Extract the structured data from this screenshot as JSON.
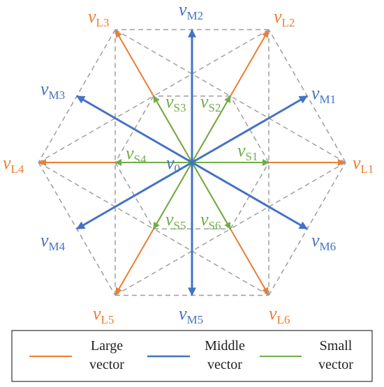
{
  "colors": {
    "large": "#ED7D31",
    "middle": "#4472C4",
    "small": "#70AD47",
    "grid": "#9E9E9E",
    "text": "#222222"
  },
  "origin_label": {
    "base": "v",
    "sub": "0"
  },
  "vectors": {
    "large": [
      {
        "base": "v",
        "sub": "L1"
      },
      {
        "base": "v",
        "sub": "L2"
      },
      {
        "base": "v",
        "sub": "L3"
      },
      {
        "base": "v",
        "sub": "L4"
      },
      {
        "base": "v",
        "sub": "L5"
      },
      {
        "base": "v",
        "sub": "L6"
      }
    ],
    "middle": [
      {
        "base": "v",
        "sub": "M1"
      },
      {
        "base": "v",
        "sub": "M2"
      },
      {
        "base": "v",
        "sub": "M3"
      },
      {
        "base": "v",
        "sub": "M4"
      },
      {
        "base": "v",
        "sub": "M5"
      },
      {
        "base": "v",
        "sub": "M6"
      }
    ],
    "small": [
      {
        "base": "v",
        "sub": "S1"
      },
      {
        "base": "v",
        "sub": "S2"
      },
      {
        "base": "v",
        "sub": "S3"
      },
      {
        "base": "v",
        "sub": "S4"
      },
      {
        "base": "v",
        "sub": "S5"
      },
      {
        "base": "v",
        "sub": "S6"
      }
    ]
  },
  "legend": {
    "large": {
      "line1": "Large",
      "line2": "vector"
    },
    "middle": {
      "line1": "Middle",
      "line2": "vector"
    },
    "small": {
      "line1": "Small",
      "line2": "vector"
    }
  }
}
